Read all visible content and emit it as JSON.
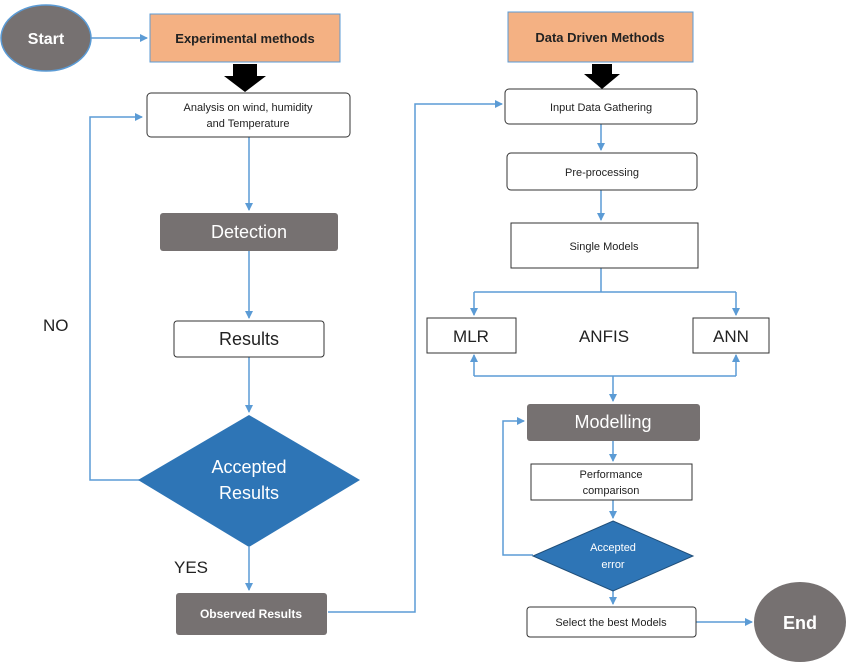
{
  "nodes": {
    "start": "Start",
    "experimental": "Experimental methods",
    "analysis_line1": "Analysis on wind, humidity",
    "analysis_line2": "and Temperature",
    "detection": "Detection",
    "results": "Results",
    "accepted_results_line1": "Accepted",
    "accepted_results_line2": "Results",
    "observed": "Observed Results",
    "data_driven": "Data Driven Methods",
    "input_data": "Input Data Gathering",
    "preprocessing": "Pre-processing",
    "single_models": "Single Models",
    "mlr": "MLR",
    "anfis": "ANFIS",
    "ann": "ANN",
    "modelling": "Modelling",
    "performance_line1": "Performance",
    "performance_line2": "comparison",
    "accepted_error_line1": "Accepted",
    "accepted_error_line2": "error",
    "select_best": "Select the best Models",
    "end": "End"
  },
  "labels": {
    "no": "NO",
    "yes": "YES"
  },
  "colors": {
    "terminal": "#767171",
    "orange": "#f4b183",
    "gray_box": "#767171",
    "diamond": "#2e75b6",
    "arrow": "#5b9bd5",
    "black_arrow": "#000000"
  }
}
